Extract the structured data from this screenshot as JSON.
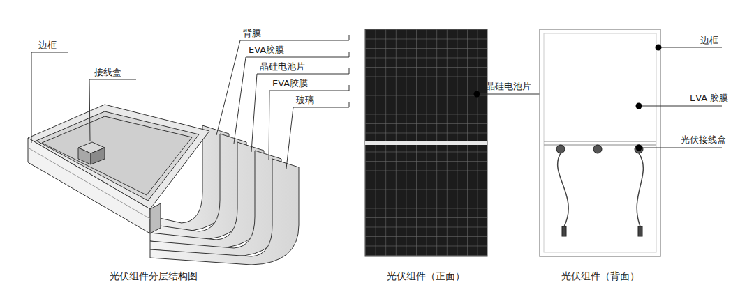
{
  "diagram": {
    "labels": [
      "边框",
      "接线盒",
      "背膜",
      "EVA胶膜",
      "晶硅电池片",
      "EVA胶膜",
      "玻璃",
      "光伏组件分层结构图",
      "晶硅电池片",
      "光伏组件（正面）",
      "边框",
      "EVA 胶膜",
      "光伏接线盒",
      "光伏组件（背面）"
    ]
  }
}
